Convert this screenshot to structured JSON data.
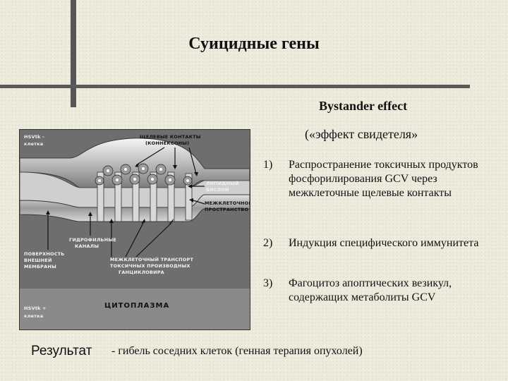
{
  "slide": {
    "title": "Суицидные гены",
    "subtitle_en": "Bystander effect",
    "subtitle_ru": "(«эффект свидетеля»",
    "items": [
      {
        "num": "1)",
        "text": "Распространение токсичных продуктов фосфорилирования GCV через межклеточные щелевые контакты"
      },
      {
        "num": "2)",
        "text": "Индукция специфического иммунитета"
      },
      {
        "num": "3)",
        "text": "Фагоцитоз апоптических везикул, содержащих метаболиты GCV"
      }
    ],
    "result_label": "Результат",
    "result_text": "- гибель соседних клеток (генная терапия опухолей)"
  },
  "figure": {
    "label_top_cell": [
      "HSVtk -",
      "клетка"
    ],
    "label_bottom_cell": [
      "HSVtk +",
      "клетка"
    ],
    "label_gap_contacts": [
      "ЩЕЛЕВЫЕ КОНТАКТЫ",
      "(КОННЕКСОНЫ)"
    ],
    "label_lipid": [
      "ЛИПИДНЫЙ",
      "БИСЛОЙ"
    ],
    "label_intercellular": [
      "МЕЖКЛЕТОЧНОЕ",
      "ПРОСТРАНСТВО"
    ],
    "label_channels": [
      "ГИДРОФИЛЬНЫЕ",
      "КАНАЛЫ"
    ],
    "label_surface": [
      "ПОВЕРХНОСТЬ",
      "ВНЕШНЕЙ",
      "МЕМБРАНЫ"
    ],
    "label_transport": [
      "МЕЖКЛЕТОЧНЫЙ ТРАНСПОРТ",
      "ТОКСИЧНЫХ ПРОИЗВОДНЫХ",
      "ГАНЦИКЛОВИРА"
    ],
    "label_cytoplasm": "ЦИТОПЛАЗМА"
  }
}
